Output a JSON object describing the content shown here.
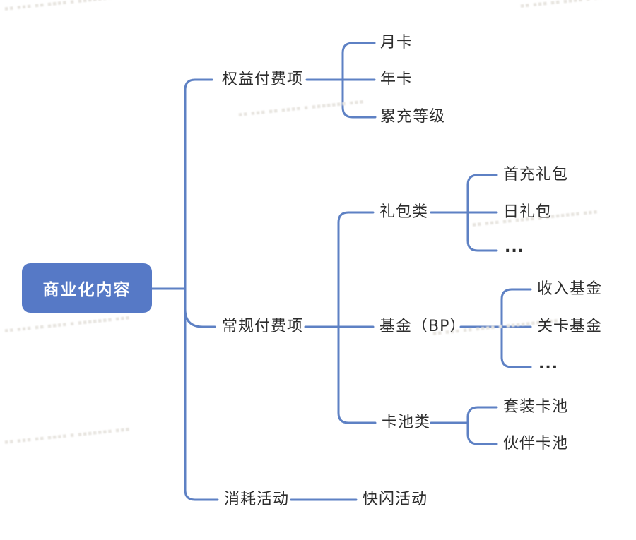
{
  "root": {
    "label": "商业化内容"
  },
  "branches": [
    {
      "label": "权益付费项",
      "children": [
        {
          "label": "月卡"
        },
        {
          "label": "年卡"
        },
        {
          "label": "累充等级"
        }
      ]
    },
    {
      "label": "常规付费项",
      "children": [
        {
          "label": "礼包类",
          "children": [
            {
              "label": "首充礼包"
            },
            {
              "label": "日礼包"
            },
            {
              "label": "..."
            }
          ]
        },
        {
          "label": "基金（BP）",
          "children": [
            {
              "label": "收入基金"
            },
            {
              "label": "关卡基金"
            },
            {
              "label": "..."
            }
          ]
        },
        {
          "label": "卡池类",
          "children": [
            {
              "label": "套装卡池"
            },
            {
              "label": "伙伴卡池"
            }
          ]
        }
      ]
    },
    {
      "label": "消耗活动",
      "children": [
        {
          "label": "快闪活动"
        }
      ]
    }
  ],
  "colors": {
    "node_fill": "#5679c6",
    "node_text": "#ffffff",
    "line": "#5e81c4",
    "label_text": "#2d2d2d",
    "background": "#ffffff",
    "watermark": "#e8e5e0"
  },
  "watermark": {
    "glyphs": "▪▪ ▪▪▪ ▪▪ ▪▪▪▪ ▪ ▪▪▪▪▪▪▪ ▪▪▪"
  }
}
